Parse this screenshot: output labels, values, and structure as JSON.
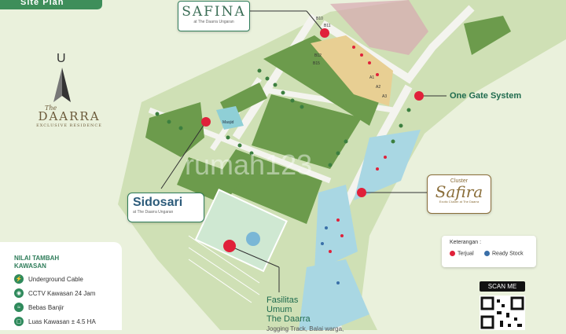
{
  "banner": {
    "text": "Site Plan"
  },
  "compass": {
    "letter": "U"
  },
  "brand": {
    "the": "The",
    "name": "DAARRA",
    "tagline": "EXCLUSIVE RESIDENCE"
  },
  "clusters": {
    "safina": {
      "name": "SAFINA",
      "sub": "at The Daarra Ungaran"
    },
    "sidosari": {
      "name": "Sidosari",
      "sub": "at The Daarra Ungaran"
    },
    "safira": {
      "prefix": "Cluster",
      "name": "Safira",
      "sub": "Exotic Cluster at The Daarra"
    }
  },
  "labels": {
    "gate": "One Gate System",
    "masjid": "Masjid",
    "fasilitas": [
      "Fasilitas",
      "Umum",
      "The Daarra"
    ],
    "fasilitas_detail": "Jogging Track, Balai warga,"
  },
  "legend": {
    "title": "Keterangan :",
    "sold": "Terjual",
    "ready": "Ready Stock",
    "sold_color": "#e0213a",
    "ready_color": "#3a6fa8"
  },
  "nilai": {
    "title_1": "NILAI TAMBAH",
    "title_2": "KAWASAN",
    "items": [
      "Underground Cable",
      "CCTV Kawasan 24 Jam",
      "Bebas Banjir",
      "Luas Kawasan ± 4.5 HA"
    ]
  },
  "scan": {
    "label": "SCAN ME"
  },
  "watermark": "rumah123",
  "lot_codes": [
    "B10",
    "B11",
    "B12",
    "A1",
    "A2",
    "A3",
    "B15"
  ],
  "colors": {
    "block_green": "#6c9b4c",
    "road": "#f3f3ee",
    "lot_beige": "#e8cf93",
    "lot_blue": "#a9d7e3",
    "accent": "#1f6b4e"
  }
}
